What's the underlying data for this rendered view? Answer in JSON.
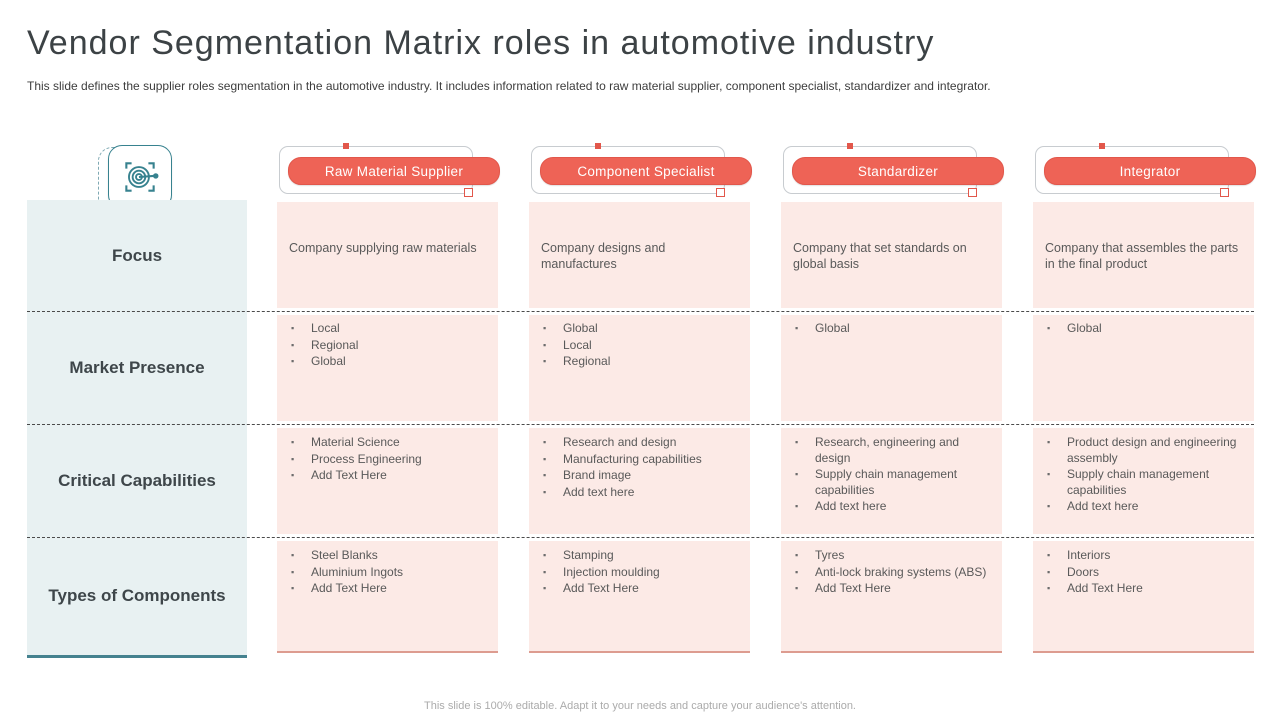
{
  "slide": {
    "title": "Vendor Segmentation Matrix roles in automotive industry",
    "subtitle": "This slide defines the supplier roles segmentation in the automotive industry. It includes information related to raw material supplier, component specialist, standardizer and integrator.",
    "footer": "This slide is 100% editable. Adapt it to your needs and capture your audience's attention."
  },
  "colors": {
    "accent_red": "#ee6356",
    "cell_pink": "#fceae6",
    "label_column_bg": "#e8f1f2",
    "icon_teal": "#37828f",
    "teal_underline": "#45828f",
    "salmon_underline": "#dd9c90"
  },
  "icon": {
    "name": "target-focus-icon"
  },
  "matrix": {
    "row_labels": [
      "Focus",
      "Market Presence",
      "Critical Capabilities",
      "Types of Components"
    ],
    "columns": [
      {
        "header": "Raw Material Supplier",
        "focus": "Company supplying raw materials",
        "market_presence": [
          "Local",
          "Regional",
          "Global"
        ],
        "critical_capabilities": [
          "Material Science",
          "Process Engineering",
          "Add Text Here"
        ],
        "types_of_components": [
          "Steel Blanks",
          "Aluminium Ingots",
          "Add Text Here"
        ]
      },
      {
        "header": "Component Specialist",
        "focus": "Company designs and manufactures",
        "market_presence": [
          "Global",
          "Local",
          "Regional"
        ],
        "critical_capabilities": [
          "Research and design",
          "Manufacturing capabilities",
          "Brand image",
          "Add text here"
        ],
        "types_of_components": [
          "Stamping",
          "Injection moulding",
          "Add Text Here"
        ]
      },
      {
        "header": "Standardizer",
        "focus": "Company that set standards on global basis",
        "market_presence": [
          "Global"
        ],
        "critical_capabilities": [
          "Research, engineering and design",
          "Supply chain management capabilities",
          "Add text here"
        ],
        "types_of_components": [
          "Tyres",
          "Anti-lock braking systems (ABS)",
          "Add Text Here"
        ]
      },
      {
        "header": "Integrator",
        "focus": "Company that assembles the parts in the final product",
        "market_presence": [
          "Global"
        ],
        "critical_capabilities": [
          "Product design and engineering assembly",
          "Supply chain management capabilities",
          "Add text here"
        ],
        "types_of_components": [
          "Interiors",
          "Doors",
          "Add Text Here"
        ]
      }
    ]
  }
}
